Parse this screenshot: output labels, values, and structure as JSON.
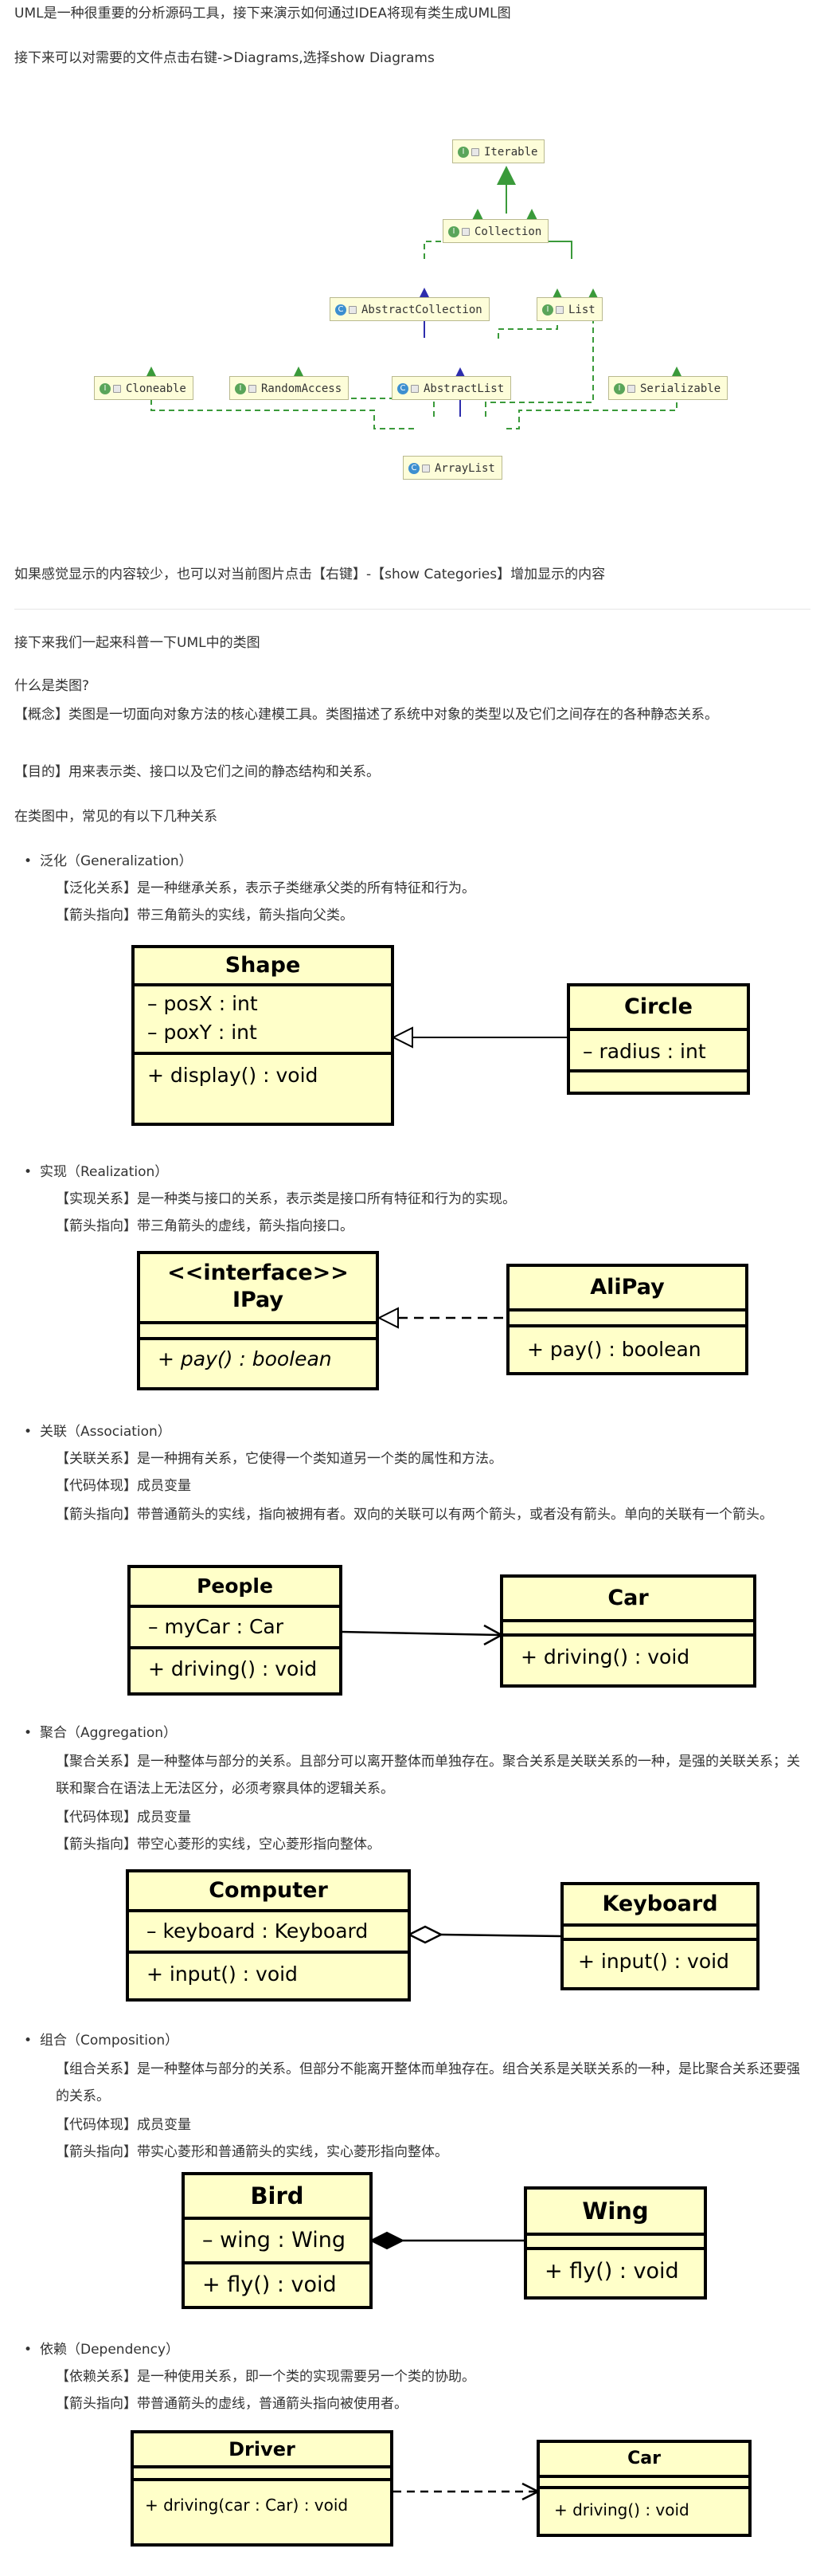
{
  "intro": {
    "line1": "UML是一种很重要的分析源码工具，接下来演示如何通过IDEA将现有类生成UML图",
    "line2": "接下来可以对需要的文件点击右键->Diagrams,选择show Diagrams"
  },
  "idea_diagram": {
    "nodes": [
      {
        "label": "Iterable",
        "kind": "interface"
      },
      {
        "label": "Collection",
        "kind": "interface"
      },
      {
        "label": "AbstractCollection",
        "kind": "class"
      },
      {
        "label": "List",
        "kind": "interface"
      },
      {
        "label": "Cloneable",
        "kind": "interface"
      },
      {
        "label": "RandomAccess",
        "kind": "interface"
      },
      {
        "label": "AbstractList",
        "kind": "class"
      },
      {
        "label": "Serializable",
        "kind": "interface"
      },
      {
        "label": "ArrayList",
        "kind": "class"
      }
    ],
    "icon_interface": "I",
    "icon_class": "C",
    "colors": {
      "implements": "#3a9a3a",
      "extends": "#2d2dad",
      "box_fill": "#fdfdd9"
    }
  },
  "after_diagram": "如果感觉显示的内容较少，也可以对当前图片点击【右键】-【show Categories】增加显示的内容",
  "section_intro": "接下来我们一起来科普一下UML中的类图",
  "what_is": "什么是类图?",
  "concept": "【概念】类图是一切面向对象方法的核心建模工具。类图描述了系统中对象的类型以及它们之间存在的各种静态关系。",
  "purpose": "【目的】用来表示类、接口以及它们之间的静态结构和关系。",
  "relations_intro": "在类图中，常见的有以下几种关系",
  "relations": [
    {
      "title": "泛化（Generalization）",
      "lines": [
        "【泛化关系】是一种继承关系，表示子类继承父类的所有特征和行为。",
        "【箭头指向】带三角箭头的实线，箭头指向父类。"
      ],
      "left": {
        "name": "Shape",
        "attrs": [
          "– posX : int",
          "– poxY : int"
        ],
        "methods": [
          "+ display() : void"
        ]
      },
      "right": {
        "name": "Circle",
        "attrs": [
          "– radius : int"
        ],
        "methods": []
      }
    },
    {
      "title": "实现（Realization）",
      "lines": [
        "【实现关系】是一种类与接口的关系，表示类是接口所有特征和行为的实现。",
        "【箭头指向】带三角箭头的虚线，箭头指向接口。"
      ],
      "left": {
        "stereo": "<<interface>>",
        "name": "IPay",
        "attrs": [],
        "methods": [
          "+ pay() : boolean"
        ]
      },
      "right": {
        "name": "AliPay",
        "attrs": [],
        "methods": [
          "+ pay() : boolean"
        ]
      }
    },
    {
      "title": "关联（Association）",
      "lines": [
        "【关联关系】是一种拥有关系，它使得一个类知道另一个类的属性和方法。",
        "【代码体现】成员变量",
        "【箭头指向】带普通箭头的实线，指向被拥有者。双向的关联可以有两个箭头，或者没有箭头。单向的关联有一个箭头。"
      ],
      "left": {
        "name": "People",
        "attrs": [
          "– myCar : Car"
        ],
        "methods": [
          "+ driving() : void"
        ]
      },
      "right": {
        "name": "Car",
        "attrs": [],
        "methods": [
          "+ driving() : void"
        ]
      }
    },
    {
      "title": "聚合（Aggregation）",
      "lines": [
        "【聚合关系】是一种整体与部分的关系。且部分可以离开整体而单独存在。聚合关系是关联关系的一种，是强的关联关系；关联和聚合在语法上无法区分，必须考察具体的逻辑关系。",
        "【代码体现】成员变量",
        "【箭头指向】带空心菱形的实线，空心菱形指向整体。"
      ],
      "left": {
        "name": "Computer",
        "attrs": [
          "– keyboard : Keyboard"
        ],
        "methods": [
          "+ input() : void"
        ]
      },
      "right": {
        "name": "Keyboard",
        "attrs": [],
        "methods": [
          "+ input() : void"
        ]
      }
    },
    {
      "title": "组合（Composition）",
      "lines": [
        "【组合关系】是一种整体与部分的关系。但部分不能离开整体而单独存在。组合关系是关联关系的一种，是比聚合关系还要强的关系。",
        "【代码体现】成员变量",
        "【箭头指向】带实心菱形和普通箭头的实线，实心菱形指向整体。"
      ],
      "left": {
        "name": "Bird",
        "attrs": [
          "– wing : Wing"
        ],
        "methods": [
          "+ fly() : void"
        ]
      },
      "right": {
        "name": "Wing",
        "attrs": [],
        "methods": [
          "+ fly() : void"
        ]
      }
    },
    {
      "title": "依赖（Dependency）",
      "lines": [
        "【依赖关系】是一种使用关系，即一个类的实现需要另一个类的协助。",
        "【箭头指向】带普通箭头的虚线，普通箭头指向被使用者。"
      ],
      "left": {
        "name": "Driver",
        "attrs": [],
        "methods": [
          "+ driving(car : Car) : void"
        ]
      },
      "right": {
        "name": "Car",
        "attrs": [],
        "methods": [
          "+ driving() : void"
        ]
      }
    }
  ]
}
